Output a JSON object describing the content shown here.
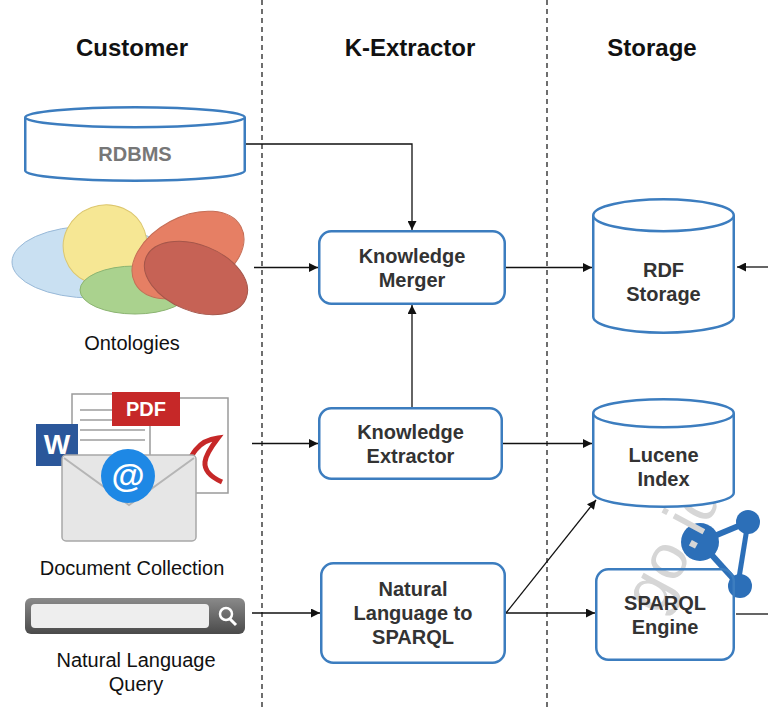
{
  "diagram": {
    "nodes": [
      {
        "text": [
          "RDBMS"
        ]
      },
      {
        "text": [
          "Ontologies"
        ]
      },
      {
        "text": [
          "Knowledge Merger"
        ]
      },
      {
        "text": [
          "RDF Storage"
        ]
      },
      {
        "text": [
          "Document Collection"
        ]
      },
      {
        "text": [
          "Knowledge Extractor"
        ]
      },
      {
        "text": [
          "Lucene Index"
        ]
      },
      {
        "text": [
          "Natural Language Query"
        ]
      },
      {
        "text": [
          "Natural Language to SPARQL"
        ]
      },
      {
        "text": [
          "SPARQL Engine"
        ]
      }
    ],
    "edges": [
      {
        "from": 0,
        "to": 2,
        "arrow": "to"
      },
      {
        "from": 1,
        "to": 2,
        "arrow": "to"
      },
      {
        "from": 2,
        "to": 3,
        "arrow": "to"
      },
      {
        "from": 4,
        "to": 5,
        "arrow": "to"
      },
      {
        "from": 5,
        "to": 2,
        "arrow": "to"
      },
      {
        "from": 5,
        "to": 6,
        "arrow": "to"
      },
      {
        "from": 7,
        "to": 8,
        "arrow": "to"
      },
      {
        "from": 8,
        "to": 6,
        "arrow": "to"
      },
      {
        "from": 8,
        "to": 9,
        "arrow": "to"
      }
    ],
    "labels": [
      "Customer",
      "K-Extractor",
      "Storage",
      "PDF",
      "W",
      "@",
      "go.id"
    ]
  }
}
